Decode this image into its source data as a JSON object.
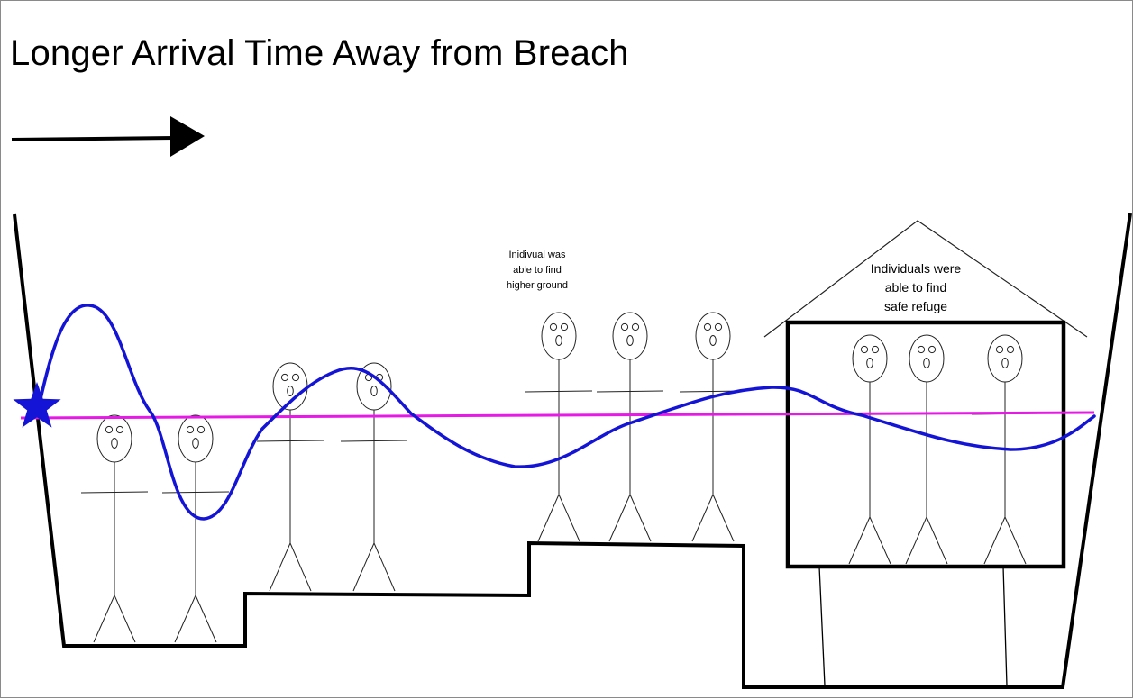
{
  "title": "Longer Arrival Time Away from Breach",
  "annotations": {
    "higher_ground": {
      "line1": "Inidivual was",
      "line2": "able to find",
      "line3": "higher ground"
    },
    "safe_refuge": {
      "line1": "Individuals were",
      "line2": "able to find",
      "line3": "safe refuge"
    }
  },
  "colors": {
    "wave": "#1414d6",
    "water_level": "#e619e6",
    "breach_marker": "#1414d6",
    "outline": "#000000"
  },
  "people_count": 10
}
